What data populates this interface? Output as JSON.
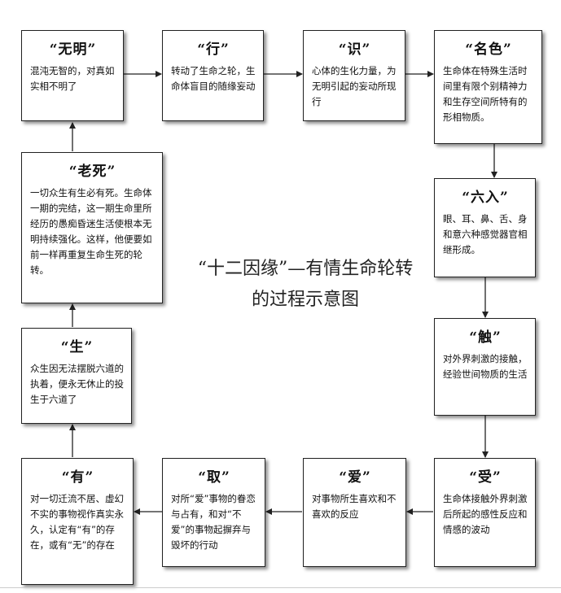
{
  "caption": "“十二因缘”—有情生命轮转的过程示意图",
  "nodes": {
    "wuming": {
      "title": "“无明”",
      "desc": "混沌无智的，对真如实相不明了"
    },
    "xing": {
      "title": "“行”",
      "desc": "转动了生命之轮，生命体盲目的随缘妄动"
    },
    "shi": {
      "title": "“识”",
      "desc": "心体的生化力量，为无明引起的妄动所现行"
    },
    "mingse": {
      "title": "“名色”",
      "desc": "生命体在特殊生活时间里有限个别精神力和生存空间所特有的形相物质。"
    },
    "liuru": {
      "title": "“六入”",
      "desc": "眼、耳、鼻、舌、身和意六种感觉器官相继形成。"
    },
    "chu": {
      "title": "“触”",
      "desc": "对外界刺激的接触，经验世间物质的生活"
    },
    "shou": {
      "title": "“受”",
      "desc": "生命体接触外界刺激后所起的感性反应和情感的波动"
    },
    "ai": {
      "title": "“爱”",
      "desc": "对事物所生喜欢和不喜欢的反应"
    },
    "qu": {
      "title": "“取”",
      "desc": "对所“爱”事物的眷恋与占有，和对“不爱”的事物起摒弃与毁坏的行动"
    },
    "you": {
      "title": "“有”",
      "desc": "对一切迁流不居、虚幻不实的事物视作真实永久，认定有“有”的存在，或有“无”的存在"
    },
    "sheng": {
      "title": "“生”",
      "desc": "众生因无法摆脱六道的执着，便永无休止的投生于六道了"
    },
    "laosi": {
      "title": "“老死”",
      "desc": "一切众生有生必有死。生命体一期的完结，这一期生命里所经历的愚痴昏迷生活使根本无明持续强化。这样，他便要如前一样再重复生命生死的轮转。"
    }
  }
}
